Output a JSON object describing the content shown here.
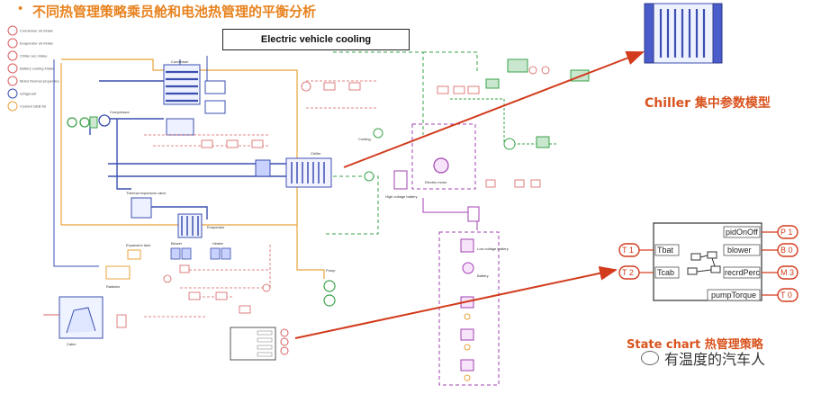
{
  "title": "不同热管理策略乘员舱和电池热管理的平衡分析",
  "diagram_header": "Electric vehicle cooling",
  "chiller_caption": "Chiller 集中参数模型",
  "statechart_caption": "State chart 热管理策略",
  "watermark": "有温度的汽车人",
  "legend": [
    "Condenser air intake",
    "Evaporator air intake",
    "Chiller sec intake",
    "Battery cooling intake",
    "Motor thermal properties",
    "refrigerant",
    "Coolant GEB-50"
  ],
  "component_labels": {
    "condenser": "Condenser",
    "compressor": "Compressor",
    "evaporator": "Evaporator",
    "chiller": "Chiller",
    "radiator": "Radiator",
    "pump": "Pump",
    "battery": "Battery",
    "motor": "Electric motor",
    "high_voltage_battery": "High voltage battery",
    "low_voltage_battery": "Low voltage battery",
    "thermal_expansion_valve": "Thermal expansion valve",
    "expansion_tank": "Expansion tank",
    "blower": "Blower",
    "heater": "Heater",
    "cabin": "Cabin",
    "cooling": "Cooling"
  },
  "statechart_zoom": {
    "inputs": [
      {
        "id": "T 1",
        "label": "Tbat"
      },
      {
        "id": "T 2",
        "label": "Tcab"
      }
    ],
    "outputs": [
      {
        "label": "pidOnOff",
        "id": "P 1"
      },
      {
        "label": "blower",
        "id": "B 0"
      },
      {
        "label": "recrdPerc",
        "id": "M 3"
      },
      {
        "label": "pumpTorque",
        "id": "T 0"
      }
    ]
  },
  "colors": {
    "title": "#e8821e",
    "caption": "#d9531e",
    "arrow": "#d23b1c",
    "refrigerant": "#3b4fb0",
    "coolant": "#e8a33a",
    "signal": "#d86060",
    "green": "#3aa34a",
    "purple": "#a040b0"
  }
}
